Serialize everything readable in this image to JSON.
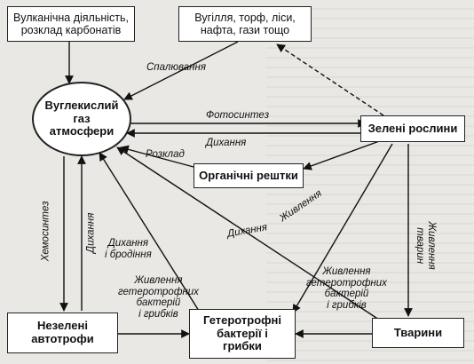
{
  "nodes": {
    "volcanic": "Вулканічна діяльність,\nрозклад карбонатів",
    "fossil": "Вугілля, торф, ліси,\nнафта, гази тощо",
    "co2": "Вуглекислий\nгаз\nатмосфери",
    "plants": "Зелені рослини",
    "organic": "Органічні рештки",
    "autotrophs": "Незелені\nавтотрофи",
    "heterotrophs": "Гетеротрофні\nбактерії і\nгрибки",
    "animals": "Тварини"
  },
  "labels": {
    "burning": "Спалювання",
    "photosynthesis": "Фотосинтез",
    "respiration_plants": "Дихання",
    "decomposition": "Розклад",
    "nutrition_plants": "Живлення",
    "respiration_diag": "Дихання",
    "animals_nutrition": "Живлення\nтварин",
    "respiration_fermentation": "Дихання\nі бродіння",
    "chemosynthesis": "Хемосинтез",
    "respiration_autotrophs": "Дихання",
    "nutrition_hetero_left": "Живлення\nгетеротрофних\nбактерій\nі грибків",
    "nutrition_hetero_right": "Живлення\nгетеротрофних\nбактерій\nі грибків"
  }
}
